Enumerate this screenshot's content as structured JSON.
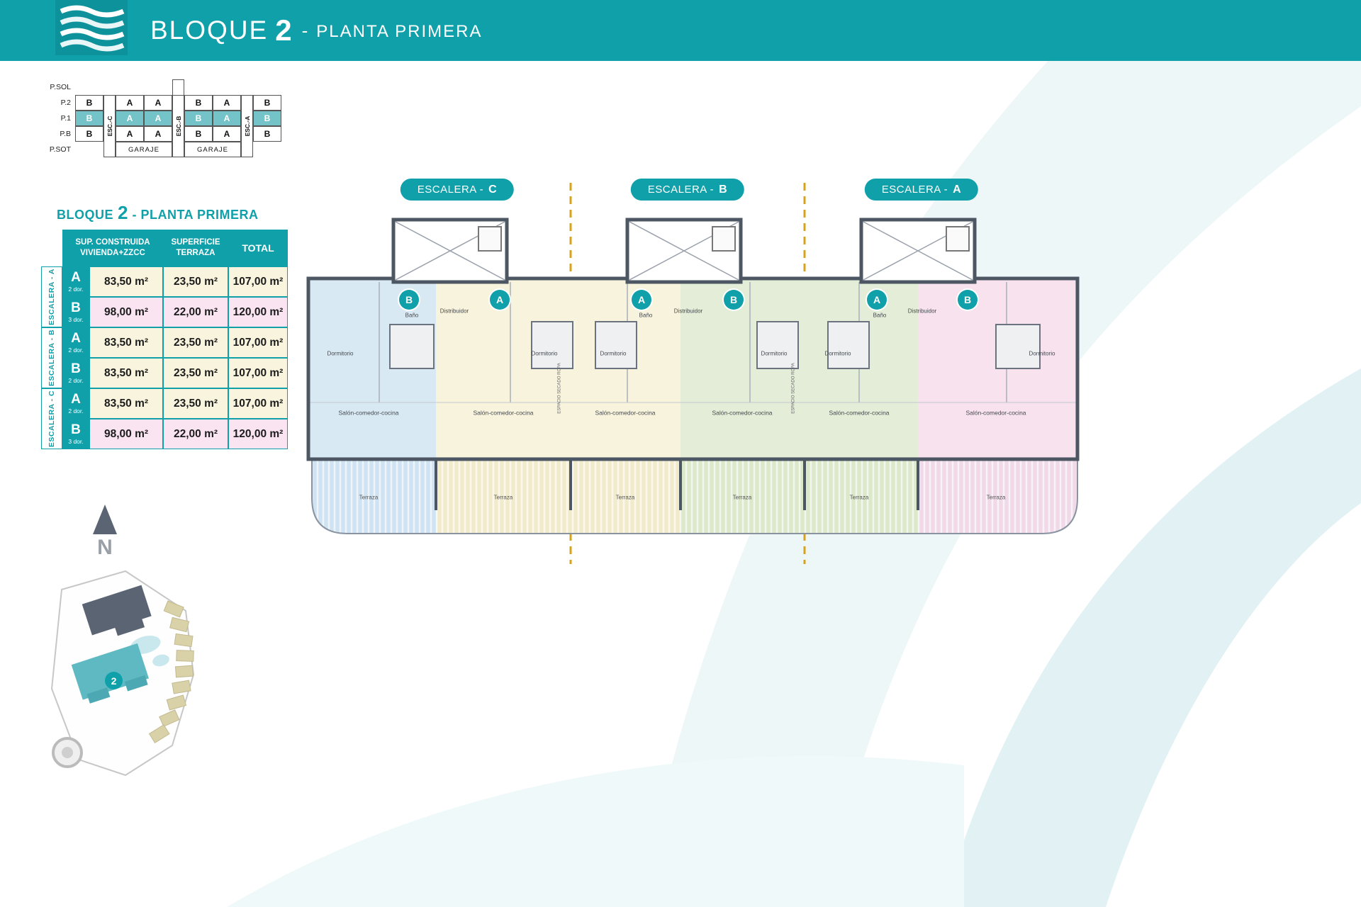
{
  "colors": {
    "teal": "#0fa0aa",
    "teal_highlight": "#74c3c9",
    "cream": "#f8f4dd",
    "pink": "#fae4f1",
    "blue": "#d9e9f4",
    "green": "#e3edd7",
    "wall": "#4d5663",
    "dash_yellow": "#d9a21b",
    "beige": "#d9d1a7"
  },
  "header": {
    "title_block": "BLOQUE",
    "title_number": "2",
    "title_sep": "-",
    "title_floor": "PLANTA PRIMERA"
  },
  "stack": {
    "floor_labels": [
      "P.SOL",
      "P.2",
      "P.1",
      "P.B",
      "P.SOT"
    ],
    "esc_labels": [
      "ESC.-C",
      "ESC.-B",
      "ESC.-A"
    ],
    "row_p2": [
      "B",
      "A",
      "A",
      "B",
      "A",
      "B"
    ],
    "row_p1": [
      "B",
      "A",
      "A",
      "B",
      "A",
      "B"
    ],
    "row_pb": [
      "B",
      "A",
      "A",
      "B",
      "A",
      "B"
    ],
    "garaje": "GARAJE"
  },
  "table": {
    "title_prefix": "BLOQUE",
    "title_number": "2",
    "title_suffix": "- PLANTA PRIMERA",
    "header": {
      "col1a": "SUP. CONSTRUIDA",
      "col1b": "VIVIENDA+ZZCC",
      "col2a": "SUPERFICIE",
      "col2b": "TERRAZA",
      "col3": "TOTAL"
    },
    "groups": [
      {
        "label": "ESCALERA - A",
        "rows": [
          {
            "letter": "A",
            "dorm": "2 dor.",
            "construida": "83,50 m²",
            "terraza": "23,50 m²",
            "total": "107,00 m²"
          },
          {
            "letter": "B",
            "dorm": "3 dor.",
            "construida": "98,00 m²",
            "terraza": "22,00 m²",
            "total": "120,00 m²"
          }
        ]
      },
      {
        "label": "ESCALERA - B",
        "rows": [
          {
            "letter": "A",
            "dorm": "2 dor.",
            "construida": "83,50 m²",
            "terraza": "23,50 m²",
            "total": "107,00 m²"
          },
          {
            "letter": "B",
            "dorm": "2 dor.",
            "construida": "83,50 m²",
            "terraza": "23,50 m²",
            "total": "107,00 m²"
          }
        ]
      },
      {
        "label": "ESCALERA - C",
        "rows": [
          {
            "letter": "A",
            "dorm": "2 dor.",
            "construida": "83,50 m²",
            "terraza": "23,50 m²",
            "total": "107,00 m²"
          },
          {
            "letter": "B",
            "dorm": "3 dor.",
            "construida": "98,00 m²",
            "terraza": "22,00 m²",
            "total": "120,00 m²"
          }
        ]
      }
    ]
  },
  "plan": {
    "section_badges": [
      {
        "prefix": "ESCALERA -",
        "letter": "C"
      },
      {
        "prefix": "ESCALERA -",
        "letter": "B"
      },
      {
        "prefix": "ESCALERA -",
        "letter": "A"
      }
    ],
    "unit_badges": [
      "B",
      "A",
      "A",
      "B",
      "A",
      "B"
    ],
    "labels": {
      "salon": "Salón-comedor-cocina",
      "dormitorio": "Dormitorio",
      "distribuidor": "Distribuidor",
      "bano": "Baño",
      "terraza": "Terraza",
      "secado": "ESPACIO SECADO ROPA"
    }
  },
  "site": {
    "north": "N",
    "block_number": "2"
  }
}
